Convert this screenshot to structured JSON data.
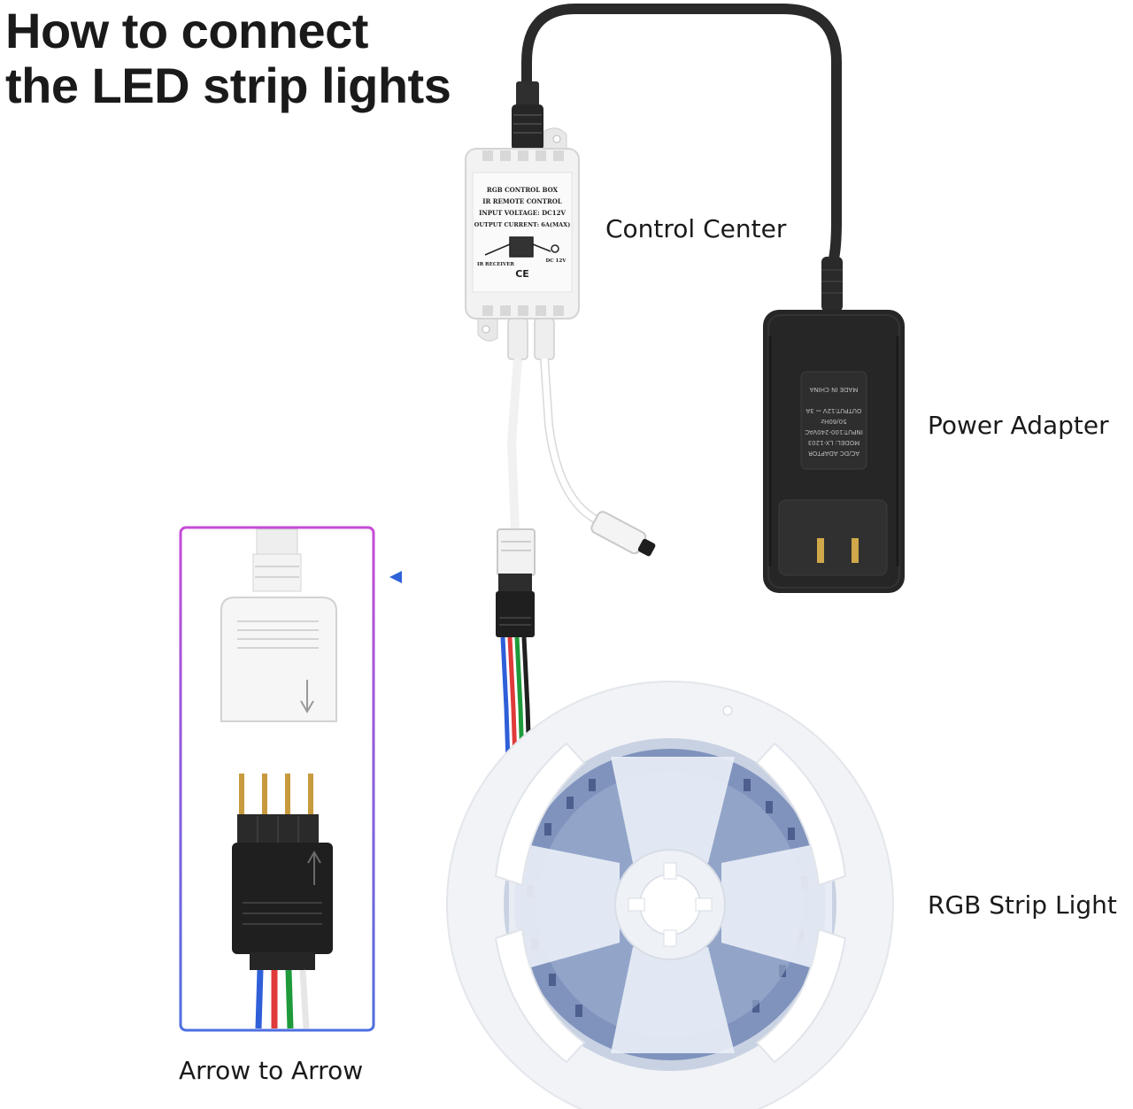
{
  "title": {
    "line1": "How to connect",
    "line2": "the LED strip lights"
  },
  "labels": {
    "control_center": "Control Center",
    "power_adapter": "Power Adapter",
    "rgb_strip_light": "RGB Strip Light",
    "arrow_to_arrow": "Arrow to Arrow"
  },
  "control_box": {
    "lines": [
      "RGB CONTROL BOX",
      "IR REMOTE CONTROL",
      "INPUT VOLTAGE: DC12V",
      "OUTPUT CURRENT: 6A(MAX)"
    ],
    "ir_receiver": "IR RECEIVER",
    "dc_in": "DC 12V",
    "marks": "CE"
  },
  "adapter": {
    "lines": [
      "AC/DC ADAPTOR",
      "MODEL: LX-1203",
      "INPUT:100-240VAC",
      "50/60Hz",
      "OUTPUT:12V ⎓ 3A",
      "MADE IN CHINA"
    ]
  },
  "colors": {
    "cable_black": "#2a2a2a",
    "adapter_body": "#262626",
    "box_white": "#f2f2f2",
    "frame_pink": "#c64bd6",
    "frame_blue": "#4f6ee0",
    "arrow_blue": "#2f63d8"
  }
}
